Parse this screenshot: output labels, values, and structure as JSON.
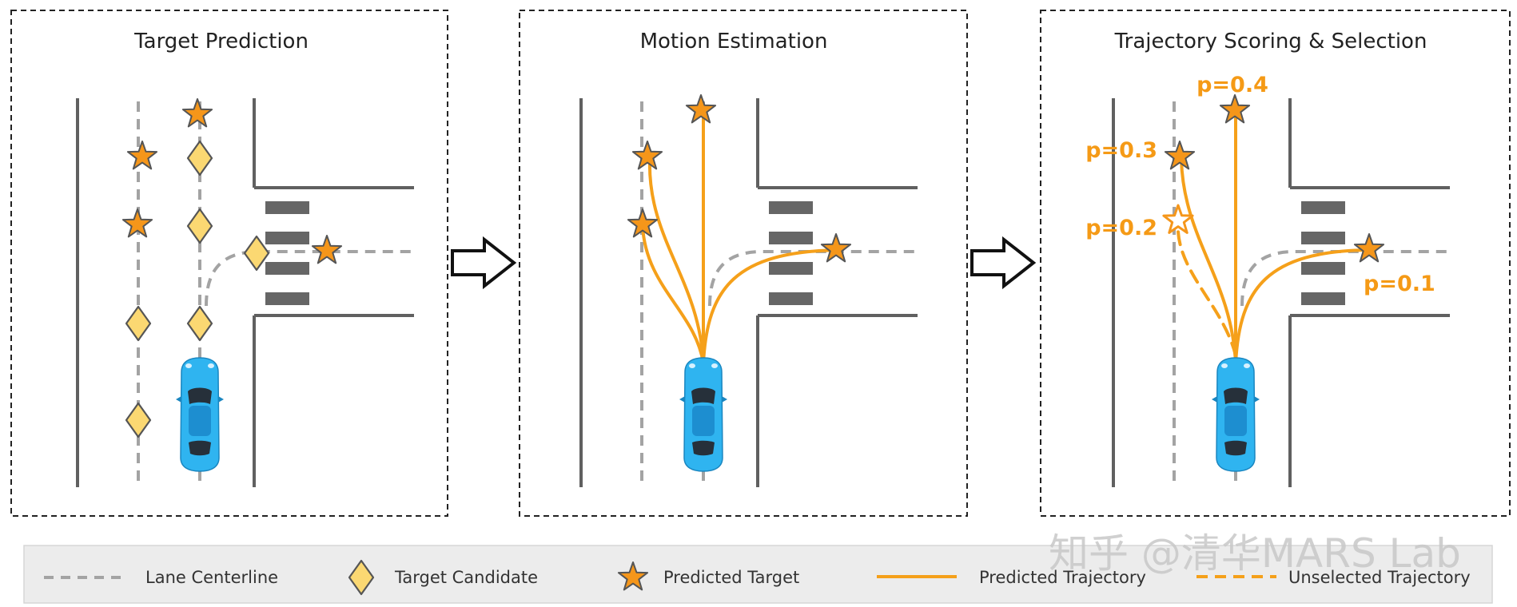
{
  "panels": [
    {
      "title": "Target Prediction"
    },
    {
      "title": "Motion Estimation"
    },
    {
      "title": "Trajectory Scoring & Selection"
    }
  ],
  "probabilities": {
    "top": "p=0.4",
    "upper_left": "p=0.3",
    "lower_left": "p=0.2",
    "right": "p=0.1"
  },
  "legend": {
    "lane_centerline": "Lane Centerline",
    "target_candidate": "Target Candidate",
    "predicted_target": "Predicted Target",
    "predicted_trajectory": "Predicted Trajectory",
    "unselected_trajectory": "Unselected Trajectory"
  },
  "watermark": "知乎 @清华MARS Lab",
  "colors": {
    "road": "#606060",
    "lane_centerline": "#a3a3a3",
    "crosswalk": "#666666",
    "target_candidate": "#fbd872",
    "predicted_target": "#f5961a",
    "trajectory": "#f5a01a",
    "car": "#2fb4f0"
  }
}
